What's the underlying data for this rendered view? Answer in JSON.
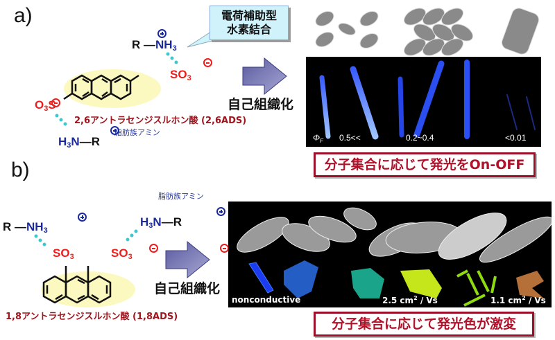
{
  "panel_a": {
    "label": "a)",
    "callout": {
      "line1": "電荷補助型",
      "line2": "水素結合"
    },
    "amine_top": {
      "r": "R",
      "n": "NH",
      "sub": "3"
    },
    "amine_bottom": {
      "h": "H",
      "sub": "3",
      "n": "N",
      "r": "R"
    },
    "sulfonate_right": {
      "text": "SO",
      "sub": "3"
    },
    "sulfonate_left": {
      "o": "O",
      "sub": "3",
      "s": "S"
    },
    "compound_name": "2,6アントラセンジスルホン酸 (2,6ADS)",
    "amine_label": "脂肪族アミン",
    "arrow_label": "自己組織化",
    "photo": {
      "phi_symbol": "Φ",
      "phi_sub": "F",
      "values": [
        "0.5<<",
        "0.2~0.4",
        "<0.01"
      ]
    },
    "summary": "分子集合に応じて発光をOn-OFF"
  },
  "panel_b": {
    "label": "b)",
    "amine_label": "脂肪族アミン",
    "amine_left": {
      "r": "R",
      "n": "NH",
      "sub": "3"
    },
    "amine_right": {
      "h": "H",
      "sub": "3",
      "n": "N",
      "r": "R"
    },
    "sulfonate": {
      "text": "SO",
      "sub": "3"
    },
    "compound_name": "1,8アントラセンジスルホン酸 (1,8ADS)",
    "arrow_label": "自己組織化",
    "photo": {
      "labels": [
        "nonconductive",
        "2.5 cm",
        "1.1 cm"
      ],
      "unit_sup": "2",
      "unit_tail": " / Vs"
    },
    "summary": "分子集合に応じて発光色が激変"
  },
  "colors": {
    "anion": "#ee1c1c",
    "cation": "#1a2a9c",
    "hbond": "#3cc8cc",
    "arrow": "#7a7ab8",
    "emphasis": "#9b1028",
    "callout_bg": "#cff2fb"
  }
}
